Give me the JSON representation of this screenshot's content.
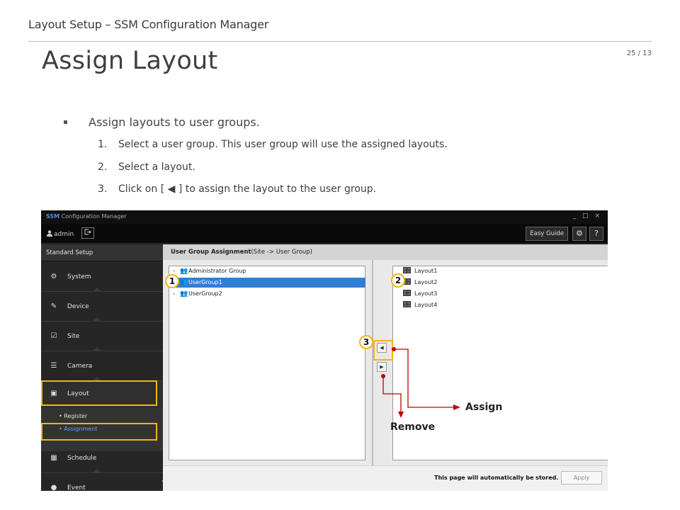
{
  "slide": {
    "header": "Layout Setup – SSM Configuration Manager",
    "title": "Assign Layout",
    "page_number": "25 / 13",
    "bullet": "Assign layouts to user groups.",
    "steps": [
      {
        "num": "1.",
        "text": "Select a user group. This user group will use the assigned layouts."
      },
      {
        "num": "2.",
        "text": "Select a layout."
      },
      {
        "num": "3.",
        "text": "Click on [ ◀ ] to assign the layout to the user group."
      }
    ]
  },
  "app": {
    "title_brand": "SSM",
    "title_rest": " Configuration Manager",
    "window_controls": "_ □ ×",
    "user": "admin",
    "easy_guide": "Easy Guide",
    "gear": "⚙",
    "help": "?",
    "sidebar": {
      "header": "Standard Setup",
      "items": [
        {
          "label": "System",
          "icon": "system-icon",
          "glyph": "⚙"
        },
        {
          "label": "Device",
          "icon": "device-icon",
          "glyph": "✎"
        },
        {
          "label": "Site",
          "icon": "site-icon",
          "glyph": "☑"
        },
        {
          "label": "Camera",
          "icon": "camera-icon",
          "glyph": "☰"
        },
        {
          "label": "Layout",
          "icon": "layout-icon",
          "glyph": "▣"
        },
        {
          "label": "Schedule",
          "icon": "schedule-icon",
          "glyph": "▦"
        },
        {
          "label": "Event",
          "icon": "event-icon",
          "glyph": "●"
        }
      ],
      "submenu": [
        {
          "label": "•  Register"
        },
        {
          "label": "•  Assignment"
        }
      ]
    },
    "content": {
      "header_bold": "User Group Assignment",
      "header_rest": "(Site -> User Group)",
      "groups": [
        {
          "label": "Administrator Group",
          "chev": "›"
        },
        {
          "label": "UserGroup1",
          "chev": "›"
        },
        {
          "label": "UserGroup2",
          "chev": "›"
        }
      ],
      "layouts": [
        "Layout1",
        "Layout2",
        "Layout3",
        "Layout4"
      ],
      "assign_arrow": "◀",
      "remove_arrow": "▶",
      "footer_note": "This page will automatically be stored.",
      "apply": "Apply"
    }
  },
  "callouts": {
    "badge1": "1",
    "badge2": "2",
    "badge3": "3",
    "assign_label": "Assign",
    "remove_label": "Remove",
    "highlight_color": "#f2b516",
    "arrow_color": "#c00000"
  }
}
